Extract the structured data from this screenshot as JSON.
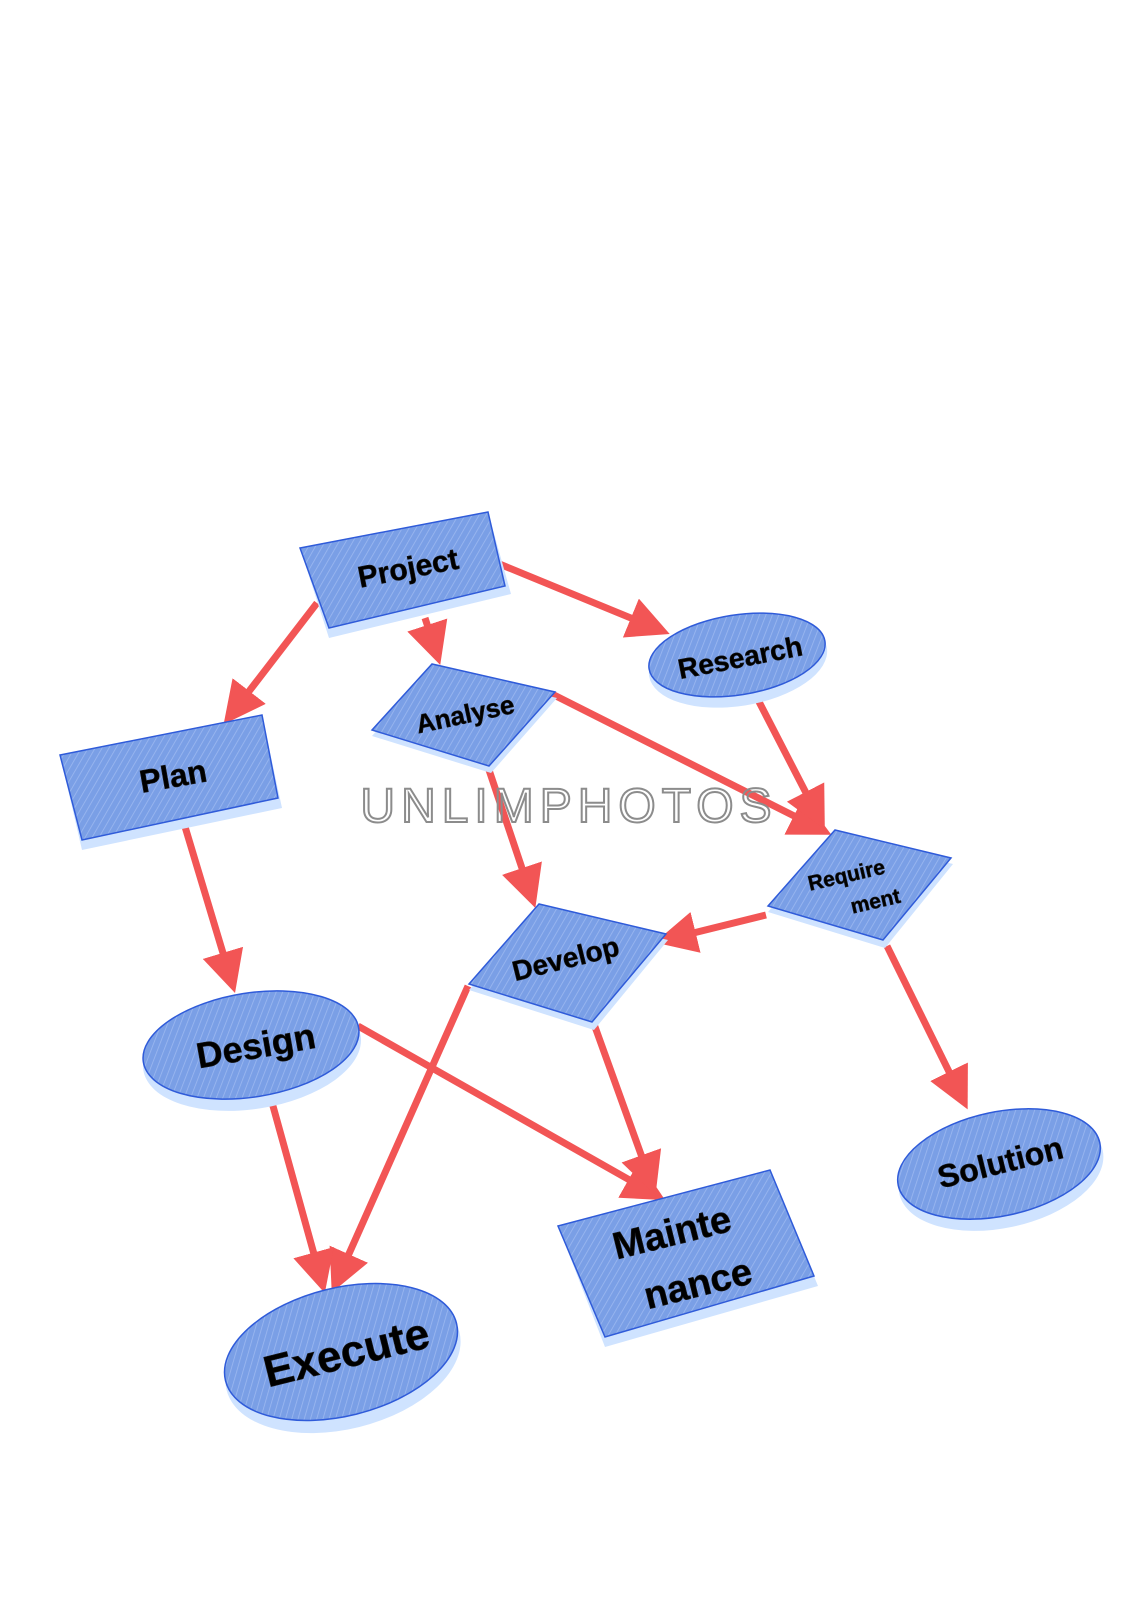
{
  "colors": {
    "node_fill": "#7a9fe6",
    "node_edge": "#cfe3ff",
    "node_rim": "#2f5bd9",
    "arrow": "#f25555",
    "text": "#000000",
    "watermark": "#8c8c8c"
  },
  "nodes": {
    "project": "Project",
    "research": "Research",
    "analyse": "Analyse",
    "plan": "Plan",
    "requirement_line1": "Require",
    "requirement_line2": "ment",
    "develop": "Develop",
    "design": "Design",
    "solution": "Solution",
    "maintenance_line1": "Mainte",
    "maintenance_line2": "nance",
    "execute": "Execute"
  },
  "watermark": "UNLIMPHOTOS"
}
